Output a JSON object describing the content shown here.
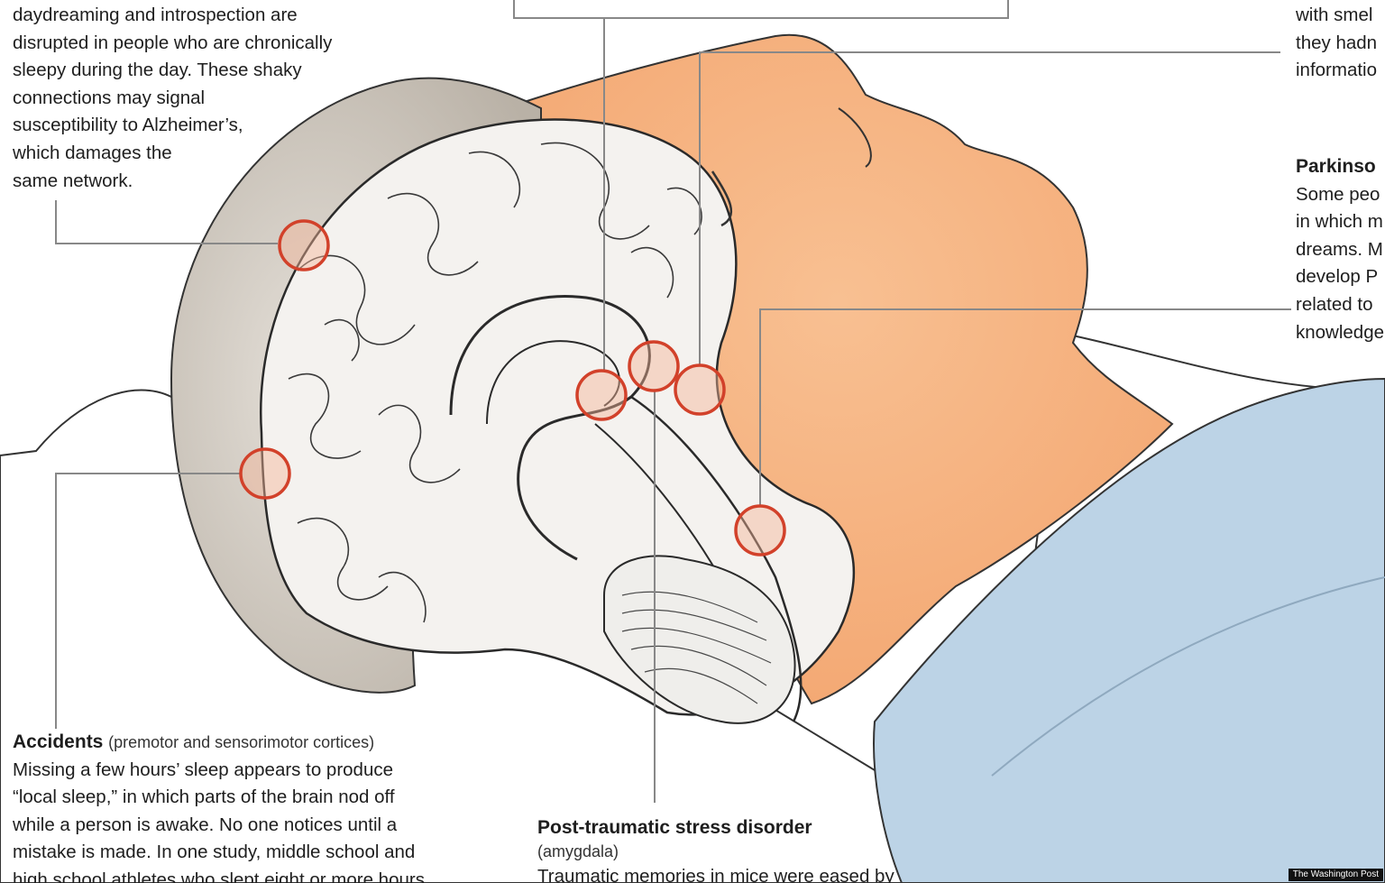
{
  "default_mode_note": {
    "lines": [
      "daydreaming and introspection are",
      "disrupted in people who are chronically",
      "sleepy during the day. These shaky",
      "connections may signal",
      "susceptibility to Alzheimer’s,",
      "which damages the",
      "same network."
    ]
  },
  "right_top_note": {
    "lines": [
      "with smel",
      "they hadn",
      "informatio"
    ]
  },
  "parkinsons": {
    "heading": "Parkinso",
    "lines": [
      "Some peo",
      "in which m",
      "dreams. M",
      "develop P",
      "related to",
      "knowledge"
    ]
  },
  "accidents": {
    "heading": "Accidents",
    "subtitle": "(premotor and sensorimotor cortices)",
    "lines": [
      "Missing a few hours’ sleep appears to produce",
      "“local sleep,” in which parts of the brain nod off",
      "while a person is awake. No one notices until a",
      "mistake is made. In one study, middle school and",
      "high school athletes who slept eight or more hours"
    ]
  },
  "ptsd": {
    "heading": "Post-traumatic stress disorder",
    "subtitle": "(amygdala)",
    "lines": [
      "Traumatic memories in mice were eased by"
    ]
  },
  "credit": "The Washington Post",
  "colors": {
    "marker": "#d2412a",
    "skin": "#f6b383",
    "pillow_blue": "#bcd3e6",
    "brain_gray": "#c8c1b8",
    "leader": "#888888"
  },
  "markers": [
    "alzheimers-marker",
    "accidents-marker",
    "memory-marker-left",
    "memory-marker-center",
    "memory-marker-right",
    "parkinsons-marker"
  ]
}
